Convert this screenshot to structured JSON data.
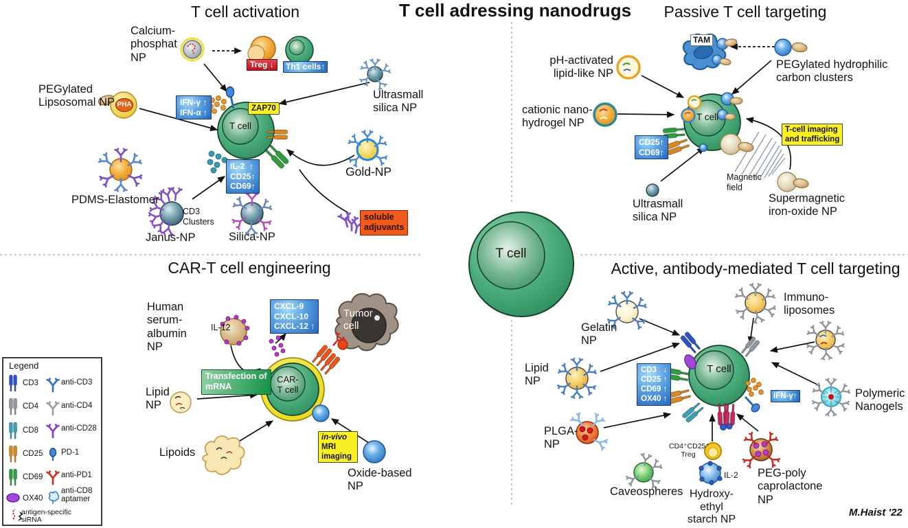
{
  "main_title": "T cell adressing nanodrugs",
  "signature": "M.Haist '22",
  "q1": {
    "title": "T cell activation",
    "labels": {
      "calcium": "Calcium-\nphosphat\nNP",
      "pegylated": "PEGylated\nLipsosomal NP",
      "pha": "PHA",
      "ultrasmall": "Ultrasmall\nsilica NP",
      "pdms": "PDMS-Elastomer",
      "cd3_clusters": "CD3\nClusters",
      "janus": "Janus-NP",
      "silica": "Silica-NP",
      "gold": "Gold-NP",
      "tcell": "T cell"
    },
    "boxes": {
      "treg": "Treg ↓",
      "th1": "Th1 cells↑",
      "ifn": "IFN-γ ↑\nIFN-α ↑",
      "zap70": "ZAP70",
      "il2": "IL-2  ↑\nCD25↑\nCD69↑",
      "soluble": "soluble\nadjuvants"
    }
  },
  "q2": {
    "title": "Passive T cell targeting",
    "labels": {
      "tam": "TAM",
      "ph": "pH-activated\nlipid-like NP",
      "cationic": "cationic nano-\nhydrogel NP",
      "carbon": "PEGylated hydrophilic\ncarbon clusters",
      "magnetic": "Magnetic\nfield",
      "ultrasmall": "Ultrasmall\nsilica NP",
      "supermagnetic": "Supermagnetic\niron-oxide NP",
      "tcell": "T cell"
    },
    "boxes": {
      "cd": "CD25↑\nCD69↑",
      "imaging": "T-cell imaging\nand trafficking"
    }
  },
  "center": {
    "tcell": "T cell"
  },
  "q3": {
    "title": "CAR-T cell engineering",
    "labels": {
      "serum": "Human\nserum-\nalbumin\nNP",
      "il12": "IL-12",
      "tumor": "Tumor\ncell",
      "lipid": "Lipid\nNP",
      "cart": "CAR-\nT cell",
      "lipoids": "Lipoids",
      "oxide": "Oxide-based\nNP"
    },
    "boxes": {
      "cxcl": "CXCL-9\nCXCL-10\nCXCL-12 ↑",
      "transfection": "Transfection of\nmRNA",
      "mri_line1": "in-vivo",
      "mri_rest": "MRI\nimaging"
    }
  },
  "q4": {
    "title": "Active, antibody-mediated T cell targeting",
    "labels": {
      "gelatin": "Gelatin\nNP",
      "immuno": "Immuno-\nliposomes",
      "lipid": "Lipid\nNP",
      "polymeric": "Polymeric\nNanogels",
      "plga": "PLGA-\nNP",
      "caveo": "Caveospheres",
      "treg": "CD4⁺CD25⁺\nTreg",
      "il2": "IL-2",
      "hydroxy": "Hydroxy-\nethyl\nstarch NP",
      "pegpoly": "PEG-poly\ncaprolactone\nNP",
      "tcell": "T cell"
    },
    "boxes": {
      "cd": "CD3   ↓\nCD25 ↑\nCD69 ↑\nOX40 ↑",
      "ifng": "IFN-γ↑"
    }
  },
  "legend": {
    "title": "Legend",
    "col1": [
      "CD3",
      "CD4",
      "CD8",
      "CD25",
      "CD69",
      "OX40"
    ],
    "col2": [
      "anti-CD3",
      "anti-CD4",
      "anti-CD28",
      "PD-1",
      "anti-PD1",
      "anti-CD8\naptamer"
    ],
    "sirna": "antigen-specific\nsiRNA"
  }
}
